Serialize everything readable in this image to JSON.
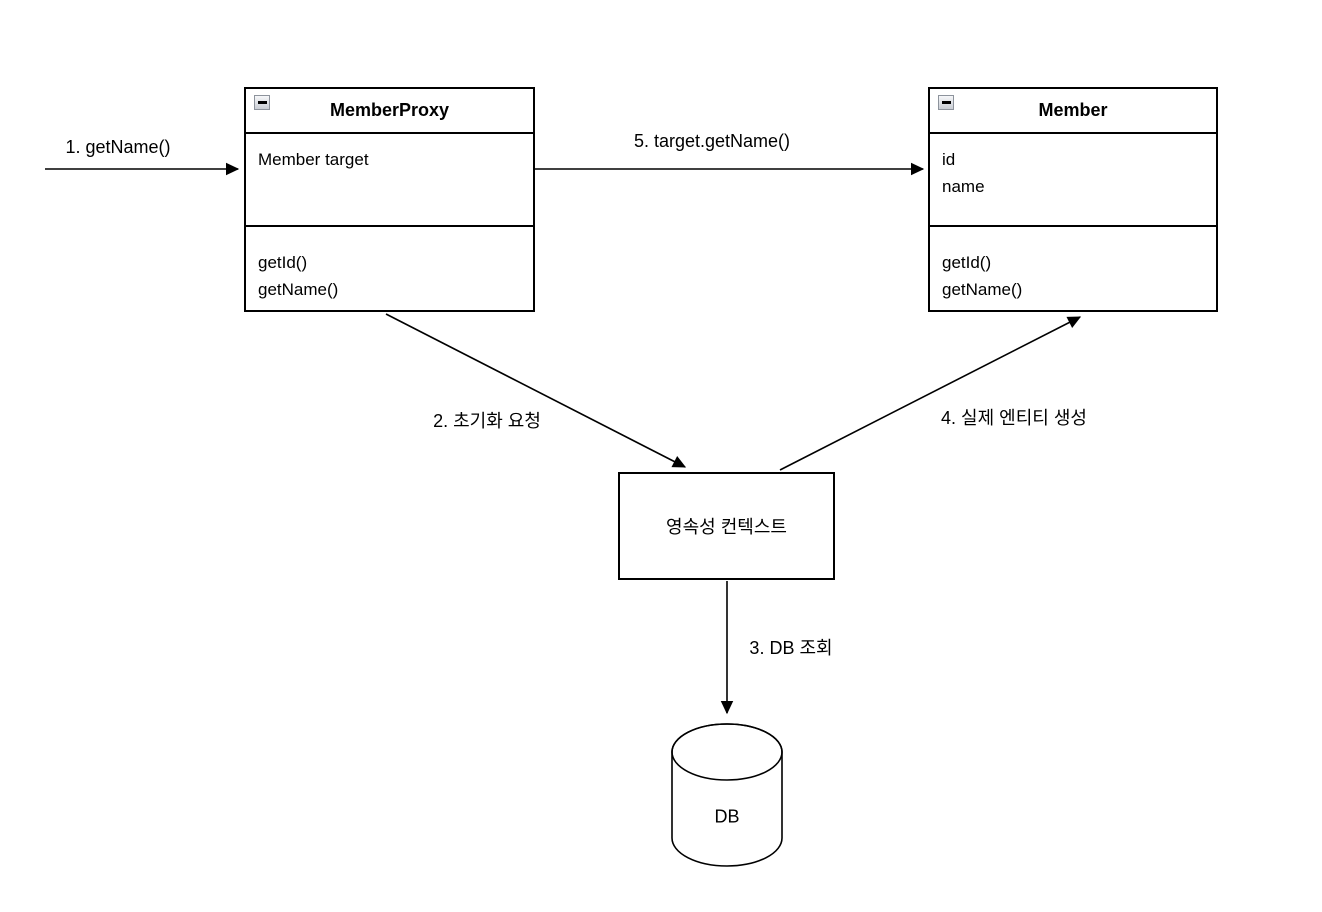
{
  "canvas": {
    "background_color": "#ffffff",
    "stroke_color": "#000000"
  },
  "memberproxy_class": {
    "title": "MemberProxy",
    "collapse_icon": "minus-icon",
    "attributes": [
      "Member target"
    ],
    "methods": [
      "getId()",
      "getName()"
    ]
  },
  "member_class": {
    "title": "Member",
    "collapse_icon": "minus-icon",
    "attributes": [
      "id",
      "name"
    ],
    "methods": [
      "getId()",
      "getName()"
    ]
  },
  "persistence_box": {
    "label": "영속성 컨텍스트"
  },
  "db_cylinder": {
    "label": "DB"
  },
  "edges": [
    {
      "label": "1. getName()",
      "from": "client",
      "to": "MemberProxy"
    },
    {
      "label": "2. 초기화 요청",
      "from": "MemberProxy",
      "to": "영속성 컨텍스트"
    },
    {
      "label": "3. DB 조회",
      "from": "영속성 컨텍스트",
      "to": "DB"
    },
    {
      "label": "4. 실제 엔티티 생성",
      "from": "영속성 컨텍스트",
      "to": "Member"
    },
    {
      "label": "5. target.getName()",
      "from": "MemberProxy",
      "to": "Member"
    }
  ]
}
